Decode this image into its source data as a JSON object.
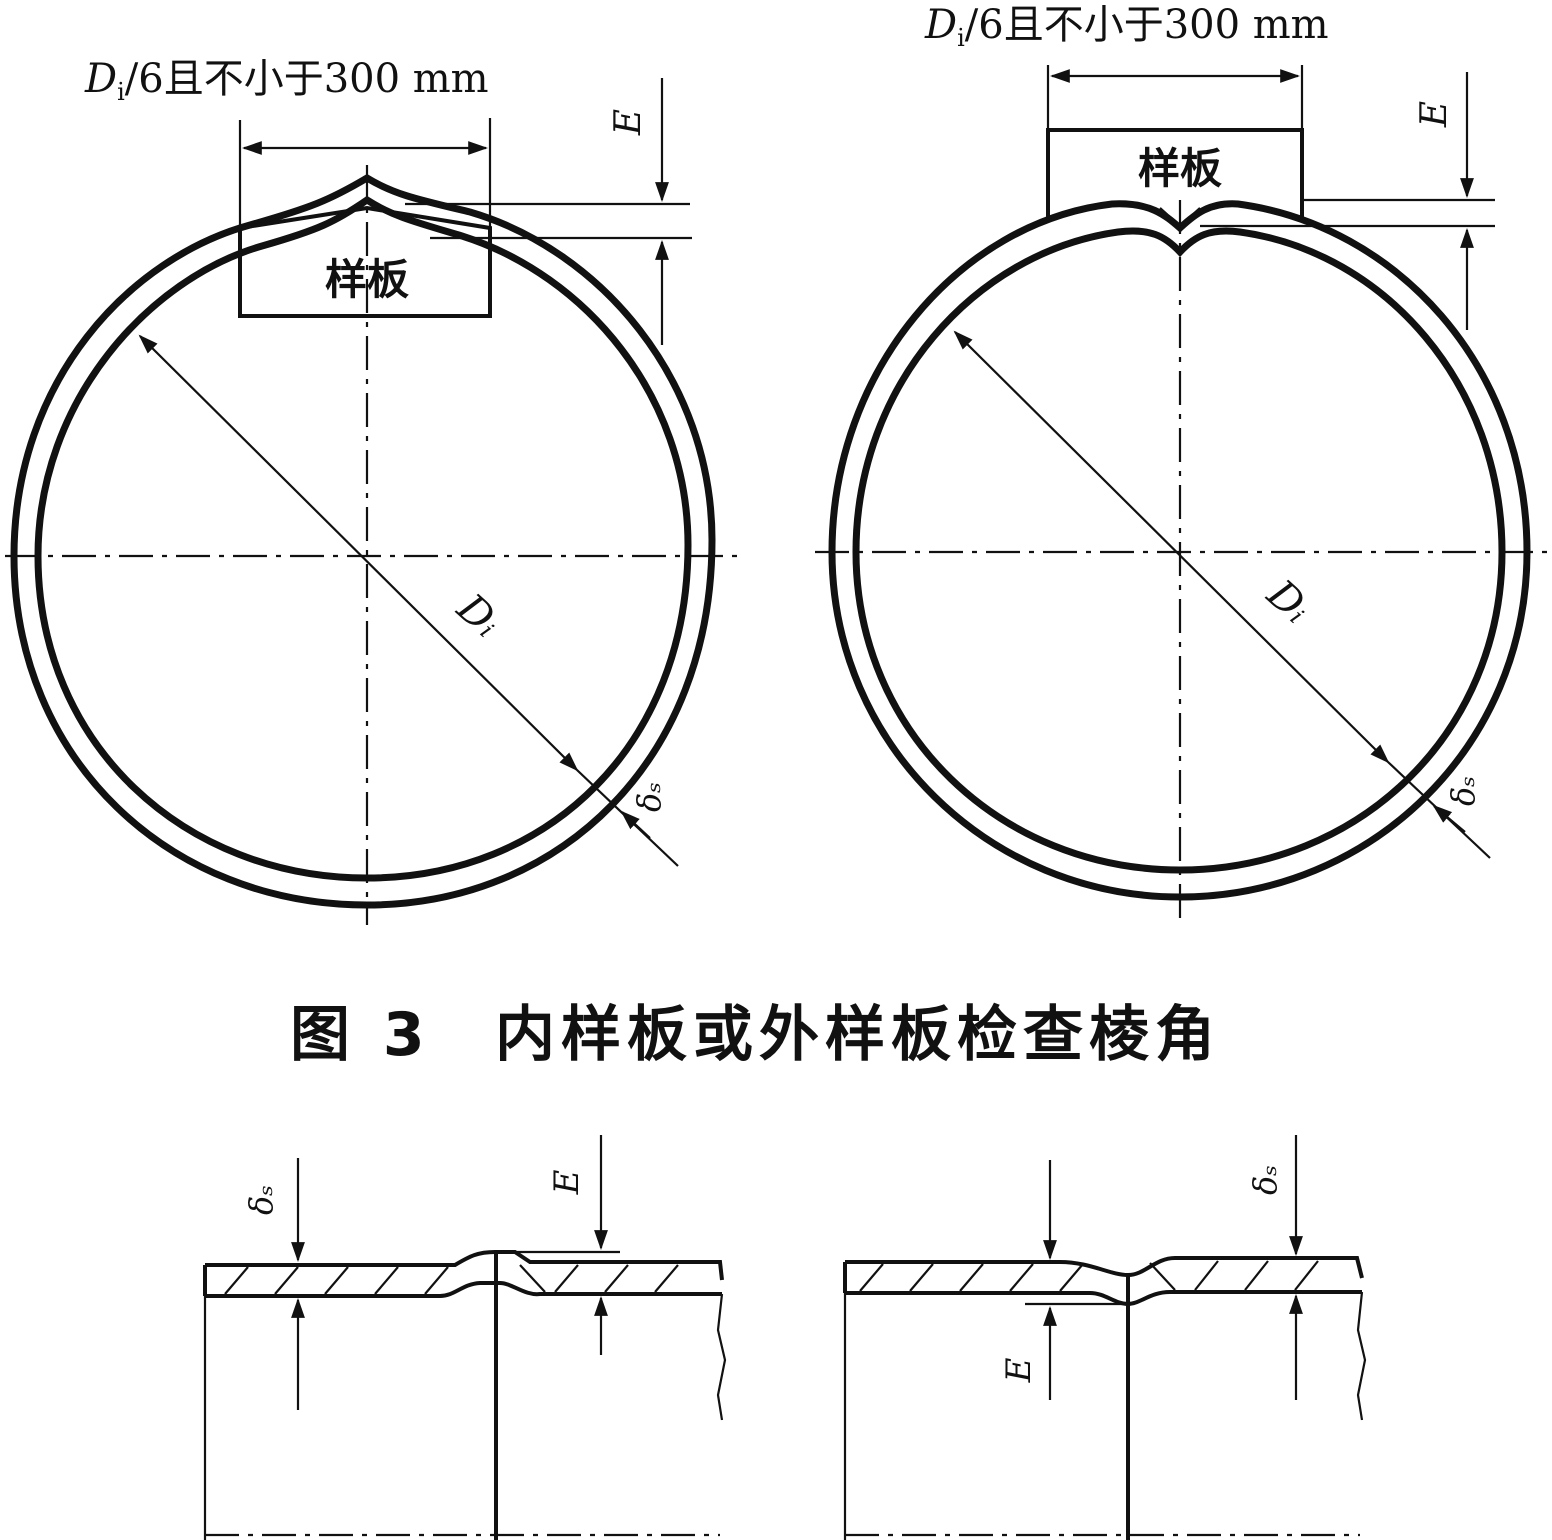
{
  "figure": {
    "caption_number": "图 3",
    "caption_text": "内样板或外样板检查棱角"
  },
  "left_view": {
    "span_label_D": "D",
    "span_label_sub": "i",
    "span_label_rest": "/6且不小于300 mm",
    "template_label": "样板",
    "peak_label": "E",
    "diameter_label": "Dᵢ",
    "thickness_label": "δₛ"
  },
  "right_view": {
    "span_label_D": "D",
    "span_label_sub": "i",
    "span_label_rest": "/6且不小于300 mm",
    "template_label": "样板",
    "peak_label": "E",
    "diameter_label": "Dᵢ",
    "thickness_label": "δₛ"
  },
  "bottom_left": {
    "thickness_label": "δₛ",
    "peak_label": "E"
  },
  "bottom_right": {
    "peak_label": "E",
    "thickness_label": "δₛ"
  }
}
